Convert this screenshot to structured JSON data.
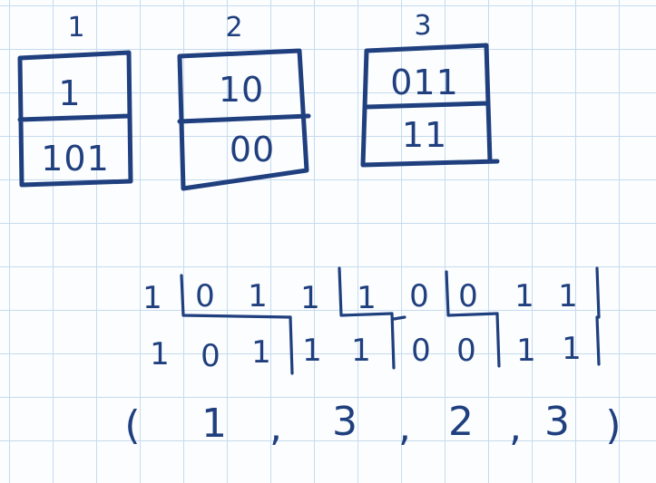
{
  "cards": [
    {
      "number": "1",
      "top": "1",
      "bottom": "101"
    },
    {
      "number": "2",
      "top": "10",
      "bottom": "00"
    },
    {
      "number": "3",
      "top": "011",
      "bottom": "11"
    }
  ],
  "match": {
    "top_cells": [
      "1",
      "0",
      "1",
      "1",
      "1",
      "0",
      "0",
      "1",
      "1"
    ],
    "bottom_cells": [
      "1",
      "0",
      "1",
      "1",
      "1",
      "0",
      "0",
      "1",
      "1"
    ]
  },
  "solution": {
    "open": "(",
    "items": [
      "1",
      "3",
      "2",
      "3"
    ],
    "separator": ",",
    "close": ")"
  },
  "colors": {
    "ink": "#1f3f7e",
    "grid": "#c6dbee",
    "paper": "#fbfdff"
  }
}
